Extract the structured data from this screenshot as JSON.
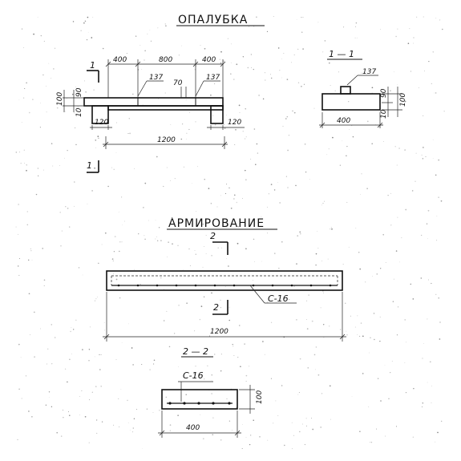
{
  "titles": {
    "formwork": "ОПАЛУБКА",
    "reinforcement": "АРМИРОВАНИЕ"
  },
  "formwork": {
    "dims_top": [
      "400",
      "800",
      "400"
    ],
    "marks": [
      "137",
      "137"
    ],
    "dim_70": "70",
    "dims_left": [
      "100",
      "90",
      "10"
    ],
    "dims_bottom_side": [
      "120",
      "120"
    ],
    "overall": "1200",
    "section_mark": "1"
  },
  "section_1_1": {
    "label": "1 — 1",
    "mark": "137",
    "dims_right": [
      "90",
      "100",
      "10"
    ],
    "width": "400"
  },
  "reinforcement": {
    "section_mark": "2",
    "bar_label": "С-16",
    "overall": "1200"
  },
  "section_2_2": {
    "label": "2 — 2",
    "bar_label": "С-16",
    "height": "100",
    "width": "400"
  }
}
